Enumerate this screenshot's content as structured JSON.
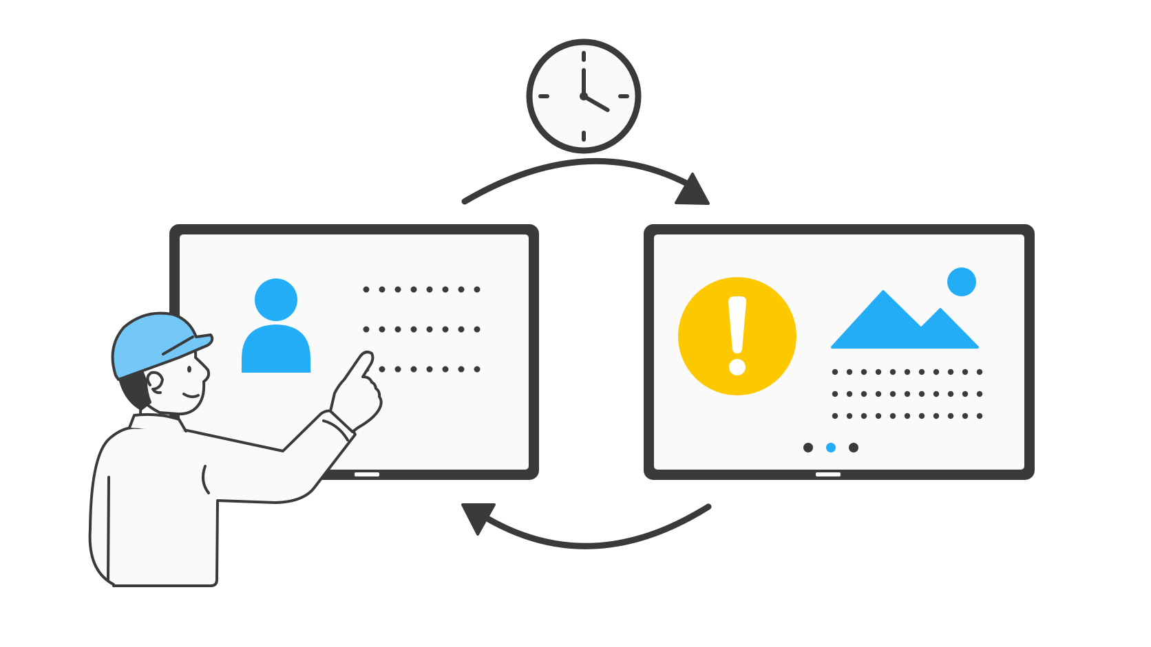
{
  "colors": {
    "outline": "#3a3a3a",
    "screen_fill": "#fafafa",
    "accent_blue": "#22adf6",
    "cap_blue": "#74c8f8",
    "warning_yellow": "#fcc800",
    "background": "#ffffff"
  },
  "icons": {
    "clock": "clock-icon",
    "cycle_forward": "arrow-forward-icon",
    "cycle_back": "arrow-back-icon",
    "user": "user-icon",
    "warning": "exclamation-icon",
    "image": "mountain-image-icon",
    "person": "worker-with-cap"
  },
  "clock": {
    "hour_hand_hour": 4,
    "minute_hand_minute": 0
  },
  "left_screen": {
    "placeholder_rows": 3,
    "dots_per_row": 8
  },
  "right_screen": {
    "placeholder_rows": 3,
    "dots_per_row": 11,
    "pager_dots": 3,
    "pager_active_index": 1
  }
}
